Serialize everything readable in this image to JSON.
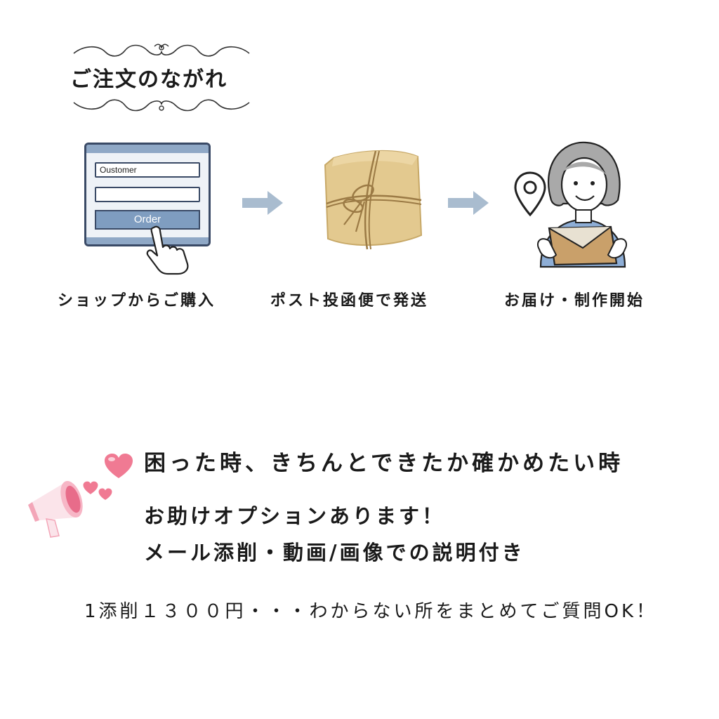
{
  "title": "ご注文のながれ",
  "steps": [
    {
      "label": "ショップからご購入",
      "icon": "order-form-icon"
    },
    {
      "label": "ポスト投函便で発送",
      "icon": "parcel-icon"
    },
    {
      "label": "お届け・制作開始",
      "icon": "recipient-icon"
    }
  ],
  "form": {
    "name_field": "Oustomer",
    "order_button": "Order"
  },
  "promo": {
    "headline": "困った時、きちんとできたか確かめたい時",
    "line1": "お助けオプションあります！",
    "line2": "メール添削・動画/画像での説明付き",
    "note": "1添削１３００円・・・わからない所をまとめてご質問OK！"
  },
  "colors": {
    "accent_blue": "#8fa8c6",
    "arrow": "#9fb3c8",
    "parcel": "#e0c48a",
    "heart": "#f06c8a",
    "megaphone": "#f4a7b9"
  }
}
